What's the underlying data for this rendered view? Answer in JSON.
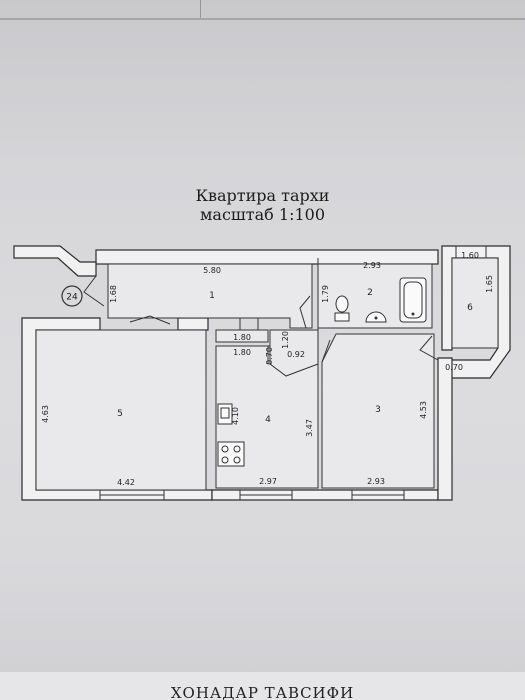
{
  "title": "Квартира тархи",
  "scale": "масштаб 1:100",
  "footer": "ХОНАДАР ТАВСИФИ",
  "badge": "24",
  "rooms": [
    "1",
    "2",
    "3",
    "4",
    "5",
    "6"
  ],
  "dims": {
    "r1_w": "5.80",
    "r1_h": "1.68",
    "r2_w": "2.93",
    "r2_h": "1.79",
    "r6_w": "1.60",
    "r6_h": "1.65",
    "r6_open": "0.70",
    "closet_top": "1.80",
    "r4_top": "1.80",
    "hall_h": "1.20",
    "hall_l": "0.70",
    "hall_w": "0.92",
    "r5_h": "4.63",
    "r5_w": "4.42",
    "r4_sink": "4.10",
    "r4_h": "3.47",
    "r4_w": "2.97",
    "r3_h": "4.53",
    "r3_w": "2.93"
  }
}
